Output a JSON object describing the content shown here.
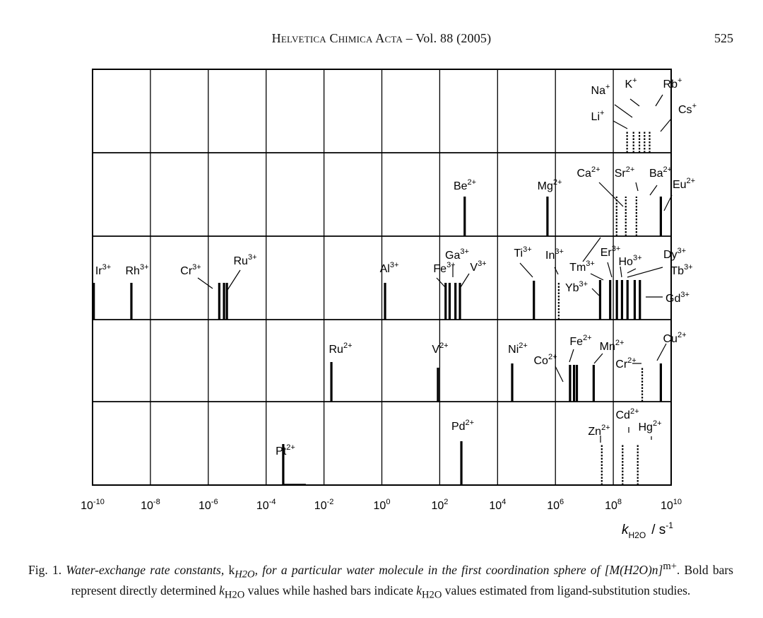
{
  "header": {
    "journal": "Helvetica Chimica Acta",
    "separator": " – ",
    "volume": "Vol. 88 (2005)",
    "page": "525"
  },
  "chart_data": {
    "type": "bar",
    "x_scale": "log10",
    "xlim": [
      1e-10,
      10000000000.0
    ],
    "x_ticks": [
      {
        "base": "10",
        "exp": "-10"
      },
      {
        "base": "10",
        "exp": "-8"
      },
      {
        "base": "10",
        "exp": "-6"
      },
      {
        "base": "10",
        "exp": "-4"
      },
      {
        "base": "10",
        "exp": "-2"
      },
      {
        "base": "10",
        "exp": "0"
      },
      {
        "base": "10",
        "exp": "2"
      },
      {
        "base": "10",
        "exp": "4"
      },
      {
        "base": "10",
        "exp": "6"
      },
      {
        "base": "10",
        "exp": "8"
      },
      {
        "base": "10",
        "exp": "10"
      }
    ],
    "xlabel": {
      "symbol": "k",
      "sub": "H2O",
      "unit": "/ s",
      "unit_exp": "-1"
    },
    "bar_styles": {
      "solid": "directly determined",
      "hashed": "estimated from ligand-substitution studies"
    },
    "rows": [
      {
        "ions": [
          {
            "el": "Li",
            "ch": "+",
            "k": 300000000.0,
            "style": "hashed"
          },
          {
            "el": "Na",
            "ch": "+",
            "k": 500000000.0,
            "style": "hashed"
          },
          {
            "el": "K",
            "ch": "+",
            "k": 800000000.0,
            "style": "hashed"
          },
          {
            "el": "Rb",
            "ch": "+",
            "k": 1200000000.0,
            "style": "hashed"
          },
          {
            "el": "Cs",
            "ch": "+",
            "k": 1800000000.0,
            "style": "hashed"
          }
        ]
      },
      {
        "ions": [
          {
            "el": "Be",
            "ch": "2+",
            "k": 730.0,
            "style": "solid"
          },
          {
            "el": "Mg",
            "ch": "2+",
            "k": 530000.0,
            "style": "solid"
          },
          {
            "el": "Ca",
            "ch": "2+",
            "k": 130000000.0,
            "style": "hashed"
          },
          {
            "el": "Sr",
            "ch": "2+",
            "k": 270000000.0,
            "style": "hashed"
          },
          {
            "el": "Ba",
            "ch": "2+",
            "k": 630000000.0,
            "style": "hashed"
          },
          {
            "el": "Eu",
            "ch": "2+",
            "k": 4400000000.0,
            "style": "solid"
          }
        ]
      },
      {
        "ions": [
          {
            "el": "Ir",
            "ch": "3+",
            "k": 1.1e-10,
            "style": "solid"
          },
          {
            "el": "Rh",
            "ch": "3+",
            "k": 2.2e-09,
            "style": "solid"
          },
          {
            "el": "Cr",
            "ch": "3+",
            "k": 2.4e-06,
            "style": "solid"
          },
          {
            "el": "Ru",
            "ch": "3+",
            "k": 3.5e-06,
            "style": "solid"
          },
          {
            "el": "Ru",
            "ch": "3+",
            "k": 4.4e-06,
            "style": "solid"
          },
          {
            "el": "Al",
            "ch": "3+",
            "k": 1.29,
            "style": "solid"
          },
          {
            "el": "Fe",
            "ch": "3+",
            "k": 160.0,
            "style": "solid"
          },
          {
            "el": "Ga",
            "ch": "3+",
            "k": 220.0,
            "style": "solid"
          },
          {
            "el": "V",
            "ch": "3+",
            "k": 350.0,
            "style": "solid"
          },
          {
            "el": "V",
            "ch": "3+",
            "k": 500.0,
            "style": "solid"
          },
          {
            "el": "Ti",
            "ch": "3+",
            "k": 180000.0,
            "style": "solid"
          },
          {
            "el": "In",
            "ch": "3+",
            "k": 1300000.0,
            "style": "hashed"
          },
          {
            "el": "Tm",
            "ch": "3+",
            "k": 35000000.0,
            "style": "solid"
          },
          {
            "el": "Yb",
            "ch": "3+",
            "k": 78000000.0,
            "style": "solid"
          },
          {
            "el": "Er",
            "ch": "3+",
            "k": 133000000.0,
            "style": "solid"
          },
          {
            "el": "Ho",
            "ch": "3+",
            "k": 200000000.0,
            "style": "solid"
          },
          {
            "el": "Dy",
            "ch": "3+",
            "k": 310000000.0,
            "style": "solid"
          },
          {
            "el": "Tb",
            "ch": "3+",
            "k": 550000000.0,
            "style": "solid"
          },
          {
            "el": "Gd",
            "ch": "3+",
            "k": 830000000.0,
            "style": "solid"
          }
        ]
      },
      {
        "ions": [
          {
            "el": "Ru",
            "ch": "2+",
            "k": 0.018,
            "style": "solid"
          },
          {
            "el": "V",
            "ch": "2+",
            "k": 87.0,
            "style": "solid"
          },
          {
            "el": "Ni",
            "ch": "2+",
            "k": 32000.0,
            "style": "solid"
          },
          {
            "el": "Co",
            "ch": "2+",
            "k": 3200000.0,
            "style": "solid"
          },
          {
            "el": "Fe",
            "ch": "2+",
            "k": 4400000.0,
            "style": "solid"
          },
          {
            "el": "Fe",
            "ch": "2+",
            "k": 5500000.0,
            "style": "solid"
          },
          {
            "el": "Mn",
            "ch": "2+",
            "k": 21000000.0,
            "style": "solid"
          },
          {
            "el": "Cr",
            "ch": "2+",
            "k": 1000000000.0,
            "style": "hashed"
          },
          {
            "el": "Cu",
            "ch": "2+",
            "k": 4400000000.0,
            "style": "solid"
          }
        ]
      },
      {
        "ions": [
          {
            "el": "Pt",
            "ch": "2+",
            "k": 0.00039,
            "style": "solid"
          },
          {
            "el": "Pd",
            "ch": "2+",
            "k": 560.0,
            "style": "solid"
          },
          {
            "el": "Zn",
            "ch": "2+",
            "k": 40000000.0,
            "style": "hashed"
          },
          {
            "el": "Cd",
            "ch": "2+",
            "k": 210000000.0,
            "style": "hashed"
          },
          {
            "el": "Hg",
            "ch": "2+",
            "k": 700000000.0,
            "style": "hashed"
          }
        ]
      }
    ],
    "labels": [
      {
        "row": 0,
        "el": "Na",
        "ch": "+"
      },
      {
        "row": 0,
        "el": "K",
        "ch": "+"
      },
      {
        "row": 0,
        "el": "Rb",
        "ch": "+"
      },
      {
        "row": 0,
        "el": "Li",
        "ch": "+"
      },
      {
        "row": 0,
        "el": "Cs",
        "ch": "+"
      },
      {
        "row": 1,
        "el": "Be",
        "ch": "2+"
      },
      {
        "row": 1,
        "el": "Mg",
        "ch": "2+"
      },
      {
        "row": 1,
        "el": "Ca",
        "ch": "2+"
      },
      {
        "row": 1,
        "el": "Sr",
        "ch": "2+"
      },
      {
        "row": 1,
        "el": "Ba",
        "ch": "2+"
      },
      {
        "row": 1,
        "el": "Eu",
        "ch": "2+"
      },
      {
        "row": 2,
        "el": "Ir",
        "ch": "3+"
      },
      {
        "row": 2,
        "el": "Rh",
        "ch": "3+"
      },
      {
        "row": 2,
        "el": "Cr",
        "ch": "3+"
      },
      {
        "row": 2,
        "el": "Ru",
        "ch": "3+"
      },
      {
        "row": 2,
        "el": "Al",
        "ch": "3+"
      },
      {
        "row": 2,
        "el": "Fe",
        "ch": "3+"
      },
      {
        "row": 2,
        "el": "Ga",
        "ch": "3+"
      },
      {
        "row": 2,
        "el": "V",
        "ch": "3+"
      },
      {
        "row": 2,
        "el": "Ti",
        "ch": "3+"
      },
      {
        "row": 2,
        "el": "In",
        "ch": "3+"
      },
      {
        "row": 2,
        "el": "Tm",
        "ch": "3+"
      },
      {
        "row": 2,
        "el": "Er",
        "ch": "3+"
      },
      {
        "row": 2,
        "el": "Ho",
        "ch": "3+"
      },
      {
        "row": 2,
        "el": "Dy",
        "ch": "3+"
      },
      {
        "row": 2,
        "el": "Tb",
        "ch": "3+"
      },
      {
        "row": 2,
        "el": "Yb",
        "ch": "3+"
      },
      {
        "row": 2,
        "el": "Gd",
        "ch": "3+"
      },
      {
        "row": 3,
        "el": "Ru",
        "ch": "2+"
      },
      {
        "row": 3,
        "el": "V",
        "ch": "2+"
      },
      {
        "row": 3,
        "el": "Ni",
        "ch": "2+"
      },
      {
        "row": 3,
        "el": "Fe",
        "ch": "2+"
      },
      {
        "row": 3,
        "el": "Co",
        "ch": "2+"
      },
      {
        "row": 3,
        "el": "Mn",
        "ch": "2+"
      },
      {
        "row": 3,
        "el": "Cr",
        "ch": "2+"
      },
      {
        "row": 3,
        "el": "Cu",
        "ch": "2+"
      },
      {
        "row": 4,
        "el": "Pt",
        "ch": "2+"
      },
      {
        "row": 4,
        "el": "Pd",
        "ch": "2+"
      },
      {
        "row": 4,
        "el": "Cd",
        "ch": "2+"
      },
      {
        "row": 4,
        "el": "Zn",
        "ch": "2+"
      },
      {
        "row": 4,
        "el": "Hg",
        "ch": "2+"
      }
    ]
  },
  "caption": {
    "fig_label": "Fig. 1.",
    "t1": " Water-exchange rate constants, ",
    "t2": "k",
    "t3": "H2O",
    "t4": ", for a particular water molecule in the first coordination sphere of",
    "t5": "[M(H2O)n]",
    "t6": "m+",
    "t7": ". Bold bars represent directly determined ",
    "t8": "k",
    "t9": "H2O",
    "t10": " values while hashed bars indicate ",
    "t11": "k",
    "t12": "H2O",
    "t13": " values estimated from ligand-substitution studies."
  }
}
